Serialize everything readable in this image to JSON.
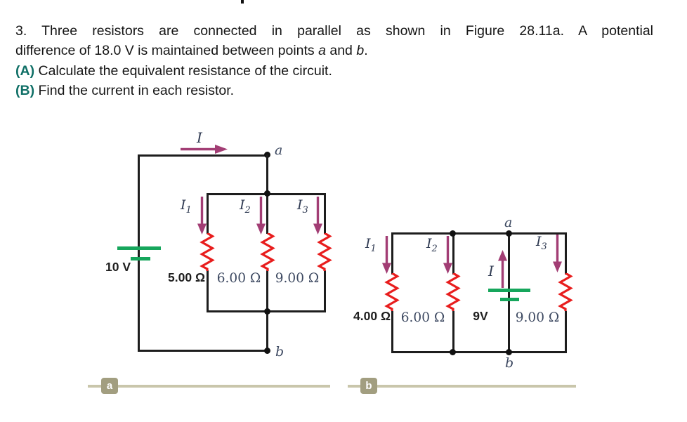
{
  "problem": {
    "line1": "3. Three resistors are connected in parallel as shown in Figure 28.11a. A potential",
    "line2_start": "difference of 18.0 V is maintained between points ",
    "line2_a": "a",
    "line2_mid": " and ",
    "line2_b": "b",
    "line2_end": ".",
    "part_a_label": "(A)",
    "part_a_text": " Calculate the equivalent resistance of the circuit.",
    "part_b_label": "(B)",
    "part_b_text": " Find the current in each resistor."
  },
  "figure_a": {
    "source_label": "10 V",
    "main_current": "I",
    "branch_currents": [
      {
        "base": "I",
        "sub": "1"
      },
      {
        "base": "I",
        "sub": "2"
      },
      {
        "base": "I",
        "sub": "3"
      }
    ],
    "resistor_values": [
      "5.00 Ω",
      "6.00 Ω",
      "9.00 Ω"
    ],
    "node_top": "a",
    "node_bottom": "b"
  },
  "figure_b": {
    "source_label": "9V",
    "main_current": "I",
    "branch_currents": [
      {
        "base": "I",
        "sub": "1"
      },
      {
        "base": "I",
        "sub": "2"
      },
      {
        "base": "I",
        "sub": "3"
      }
    ],
    "resistor_values": [
      "4.00 Ω",
      "6.00 Ω",
      "9.00 Ω"
    ],
    "node_top": "a",
    "node_bottom": "b"
  },
  "panel_markers": {
    "a": "a",
    "b": "b"
  },
  "colors": {
    "accent_teal": "#0f6f66",
    "wire": "#1d1d1d",
    "resistor_red": "#e81d1d",
    "battery_green": "#16a65c",
    "current_arrow": "#a23d74",
    "serif_label": "#3d4961",
    "current_label": "#2f3a52",
    "marker_box": "#a29e80",
    "marker_line": "#c9c6ab"
  }
}
